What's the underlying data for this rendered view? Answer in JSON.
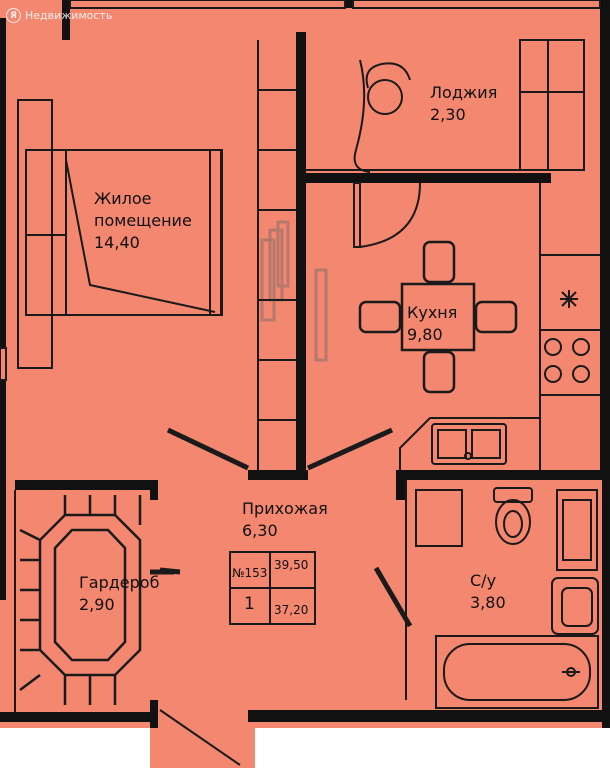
{
  "colors": {
    "floor": "#f3876f",
    "wall": "#111111",
    "line": "#1a1a1a",
    "furniture_ghost": "#b4796c"
  },
  "watermark": {
    "logo_text": "Я",
    "text": "Недвижимость"
  },
  "rooms": {
    "living": {
      "name": "Жилое\nпомещение",
      "area": "14,40"
    },
    "loggia": {
      "name": "Лоджия",
      "area": "2,30"
    },
    "kitchen": {
      "name": "Кухня",
      "area": "9,80"
    },
    "hallway": {
      "name": "Прихожая",
      "area": "6,30"
    },
    "wardrobe": {
      "name": "Гардероб",
      "area": "2,90"
    },
    "bathroom": {
      "name": "С/у",
      "area": "3,80"
    }
  },
  "apartment_tag": {
    "number": "№153",
    "rooms": "1",
    "total_area": "39,50",
    "living_area": "37,20"
  },
  "icons": [
    "stove-icon",
    "snowflake-icon",
    "sink-icon",
    "toilet-icon",
    "bathtub-icon",
    "bed-icon",
    "dining-table-icon",
    "armchair-icon"
  ]
}
